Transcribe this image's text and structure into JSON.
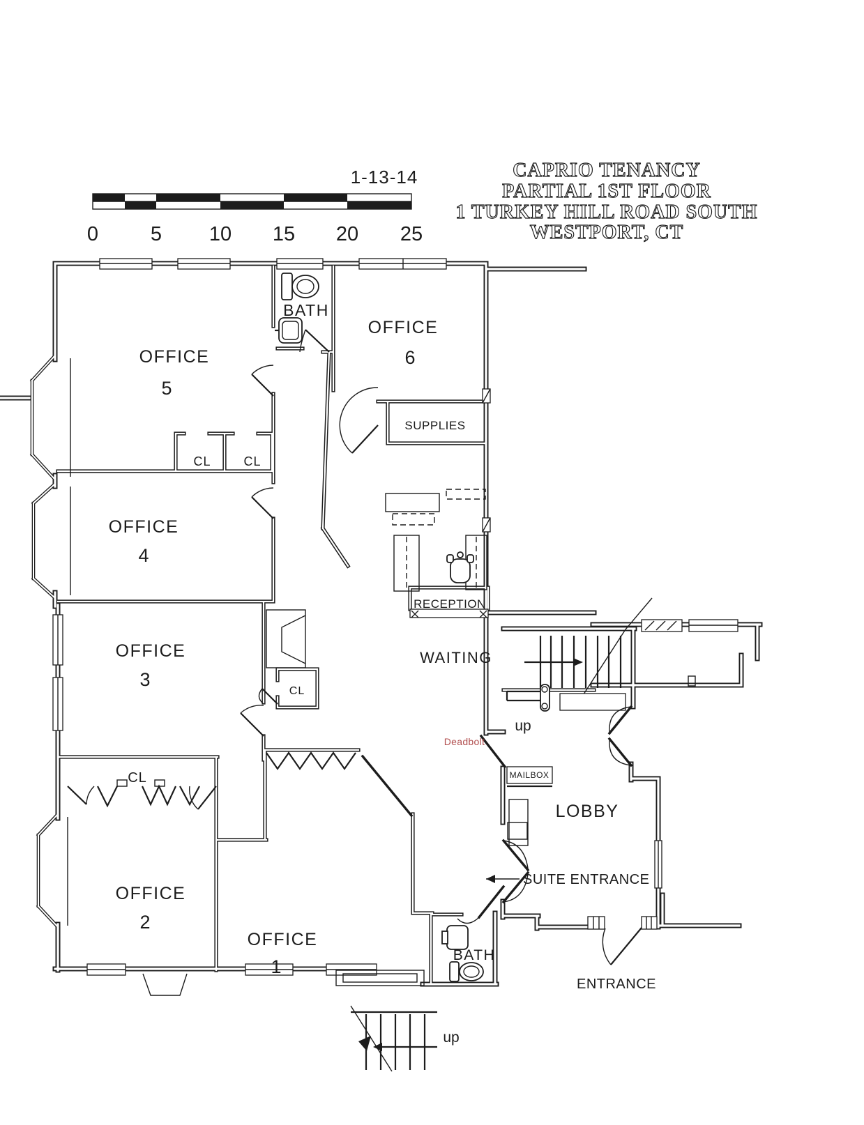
{
  "header": {
    "date": "1-13-14",
    "title_lines": [
      "CAPRIO TENANCY",
      "PARTIAL 1ST FLOOR",
      "1 TURKEY HILL ROAD SOUTH",
      "WESTPORT, CT"
    ]
  },
  "scale_bar": {
    "ticks": [
      "0",
      "5",
      "10",
      "15",
      "20",
      "25"
    ]
  },
  "rooms": {
    "office5": {
      "label": "OFFICE",
      "number": "5"
    },
    "office6": {
      "label": "OFFICE",
      "number": "6"
    },
    "office4": {
      "label": "OFFICE",
      "number": "4"
    },
    "office3": {
      "label": "OFFICE",
      "number": "3"
    },
    "office2": {
      "label": "OFFICE",
      "number": "2"
    },
    "office1": {
      "label": "OFFICE",
      "number": "1"
    },
    "bath_upper": {
      "label": "BATH"
    },
    "bath_lower": {
      "label": "BATH"
    },
    "supplies": {
      "label": "SUPPLIES"
    },
    "reception": {
      "label": "RECEPTION"
    },
    "waiting": {
      "label": "WAITING"
    },
    "lobby": {
      "label": "LOBBY"
    }
  },
  "closets": {
    "cl_a": "CL",
    "cl_b": "CL",
    "cl_waiting": "CL",
    "cl_long": "CL"
  },
  "annotations": {
    "suite_entrance": "SUITE ENTRANCE",
    "entrance": "ENTRANCE",
    "mailbox": "MAILBOX",
    "up_interior": "up",
    "up_exterior": "up",
    "deadbolt": "Deadbolt"
  },
  "colors": {
    "ink": "#1c1c1c",
    "deadbolt_red": "#b24f4f",
    "paper": "#ffffff"
  }
}
